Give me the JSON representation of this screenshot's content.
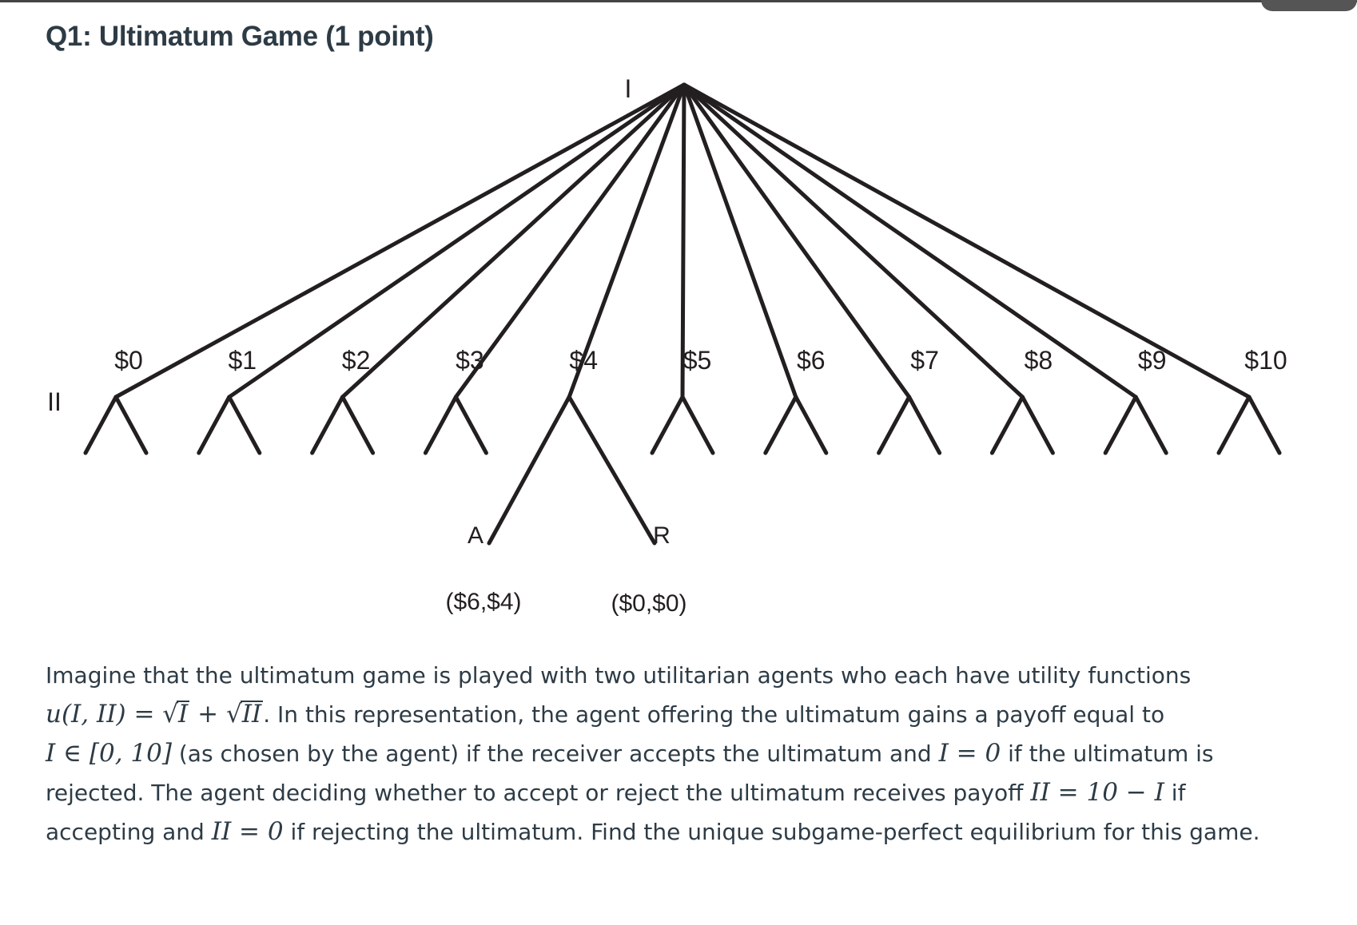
{
  "title": "Q1: Ultimatum Game (1 point)",
  "tree": {
    "player_one_label": "I",
    "player_two_label": "II",
    "offers": [
      "$0",
      "$1",
      "$2",
      "$3",
      "$4",
      "$5",
      "$6",
      "$7",
      "$8",
      "$9",
      "$10"
    ],
    "accept_label": "A",
    "reject_label": "R",
    "accept_payoff": "($6,$4)",
    "reject_payoff": "($0,$0)"
  },
  "question": {
    "line1": "Imagine that the ultimatum game is played with two utilitarian agents who each have utility functions",
    "utility_lhs": "u(I, II) = ",
    "sqrt_I": "I",
    "plus": " + ",
    "sqrt_II": "II",
    "line2_rest": ". In this representation, the agent offering the ultimatum gains a payoff equal to",
    "domain_math": "I ∈ [0, 10]",
    "line3_mid": " (as chosen by the agent) if the receiver accepts the ultimatum and ",
    "reject_math_I": "I = 0",
    "line3_end": " if the ultimatum is",
    "line4_start": "rejected. The agent deciding whether to accept or reject the ultimatum receives payoff ",
    "accept_math_II": "II = 10 − I",
    "line4_end": " if",
    "line5_start": "accepting and ",
    "reject_math_II": "II = 0",
    "line5_end": " if rejecting the ultimatum. Find the unique subgame-perfect equilibrium for this game."
  }
}
